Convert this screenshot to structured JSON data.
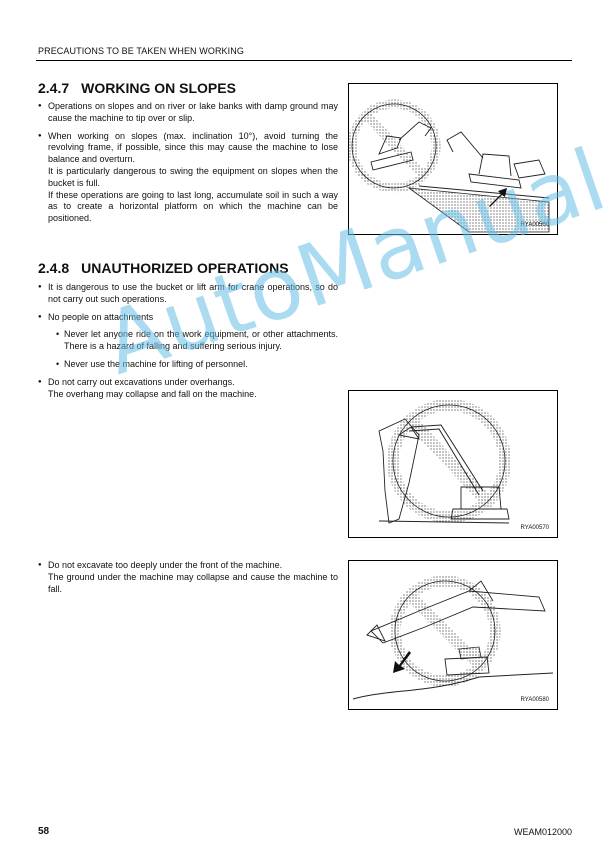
{
  "header": {
    "title": "PRECAUTIONS TO BE TAKEN WHEN WORKING"
  },
  "sections": [
    {
      "number": "2.4.7",
      "title": "WORKING ON SLOPES",
      "items": [
        {
          "text": "Operations on slopes and on river or lake banks with damp ground may cause the machine to tip over or slip."
        },
        {
          "text": "When working on slopes (max. inclination 10°), avoid turning the revolving frame, if possible, since this may cause the machine to lose balance and overturn.",
          "text2": "It is particularly dangerous to swing the equipment on slopes when the bucket is full.",
          "text3": "If these operations are going to last long, accumulate soil in such a way as to create a horizontal platform on which the machine can be positioned."
        }
      ]
    },
    {
      "number": "2.4.8",
      "title": "UNAUTHORIZED OPERATIONS",
      "items": [
        {
          "text": "It is dangerous to use the bucket or lift arm for crane operations, so do not carry out such operations."
        },
        {
          "text": "No people on attachments",
          "subitems": [
            "Never let anyone ride on the work equipment, or other attachments. There is a hazard of falling and suffering serious injury.",
            "Never use the machine for lifting of personnel."
          ]
        },
        {
          "text": "Do not carry out excavations under overhangs.",
          "text2": "The overhang may collapse and fall on the machine."
        },
        {
          "text": "Do not excavate too deeply under the front of the machine.",
          "text2": "The ground under the machine may collapse and cause the machine to fall."
        }
      ]
    }
  ],
  "figures": [
    {
      "code": "RYA00560",
      "icon": "slope-excavator-illustration"
    },
    {
      "code": "RYA00570",
      "icon": "overhang-excavation-prohibited-illustration"
    },
    {
      "code": "RYA00580",
      "icon": "deep-excavation-prohibited-illustration"
    }
  ],
  "watermark": "AutoManual",
  "footer": {
    "page": "58",
    "code": "WEAM012000"
  },
  "colors": {
    "watermark": "#64bee6",
    "text": "#111111"
  }
}
